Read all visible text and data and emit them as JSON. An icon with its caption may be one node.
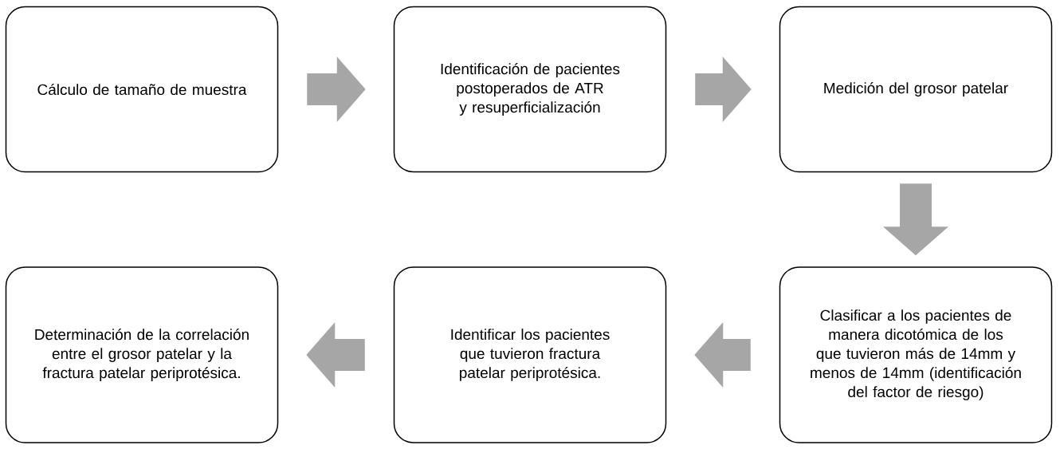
{
  "diagram": {
    "nodes": [
      {
        "text": [
          "Cálculo de tamaño de muestra"
        ]
      },
      {
        "text": [
          "Identificación de pacientes postoperados de ATR  y resuperficialización"
        ]
      },
      {
        "text": [
          "Medición del grosor patelar"
        ]
      },
      {
        "text": [
          "Determinación de la correlación entre el grosor patelar y la fractura patelar periprotésica."
        ]
      },
      {
        "text": [
          "Identificar los pacientes que tuvieron fractura patelar periprotésica."
        ]
      },
      {
        "text": [
          "Clasificar a los pacientes de manera dicotómica de los que tuvieron más de 14mm y menos de 14mm (identificación del factor de riesgo)"
        ]
      }
    ],
    "edges": [
      {
        "from": 0,
        "to": 1,
        "arrow": "to"
      },
      {
        "from": 1,
        "to": 2,
        "arrow": "to"
      },
      {
        "from": 2,
        "to": 5,
        "arrow": "to"
      },
      {
        "from": 5,
        "to": 4,
        "arrow": "to"
      },
      {
        "from": 4,
        "to": 3,
        "arrow": "to"
      }
    ]
  }
}
